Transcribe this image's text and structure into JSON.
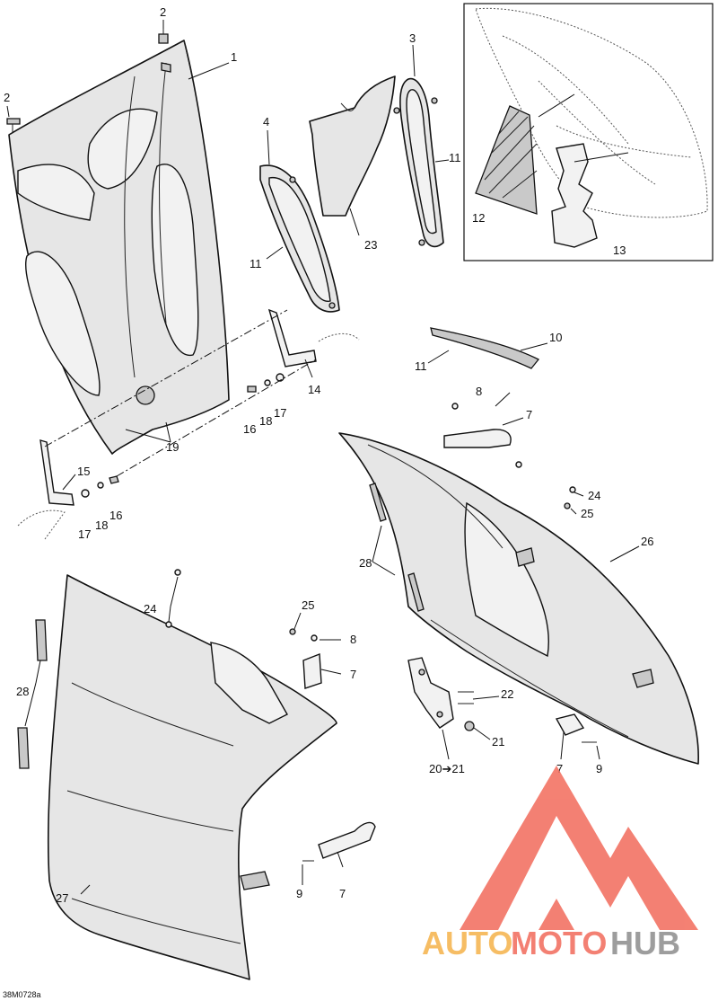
{
  "diagram": {
    "reference_code": "38M0728a",
    "callouts": {
      "c1": "1",
      "c2a": "2",
      "c2b": "2",
      "c3": "3",
      "c4": "4",
      "c7a": "7",
      "c7b": "7",
      "c7c": "7",
      "c7d": "7",
      "c8a": "8",
      "c8b": "8",
      "c9a": "9",
      "c9b": "9",
      "c10": "10",
      "c11a": "11",
      "c11b": "11",
      "c11c": "11",
      "c12": "12",
      "c13": "13",
      "c14": "14",
      "c15": "15",
      "c16a": "16",
      "c16b": "16",
      "c17a": "17",
      "c17b": "17",
      "c18a": "18",
      "c18b": "18",
      "c19": "19",
      "c2021": "20➔21",
      "c21": "21",
      "c22": "22",
      "c23": "23",
      "c24a": "24",
      "c24b": "24",
      "c25a": "25",
      "c25b": "25",
      "c26": "26",
      "c27": "27",
      "c28a": "28",
      "c28b": "28"
    }
  },
  "watermark": {
    "brand_auto": "AUTO",
    "brand_moto": "MOTO",
    "brand_hub": "HUB",
    "color_red": "#f26b5b",
    "color_orange": "#f5b24a",
    "color_gray": "#8c8c8c"
  }
}
